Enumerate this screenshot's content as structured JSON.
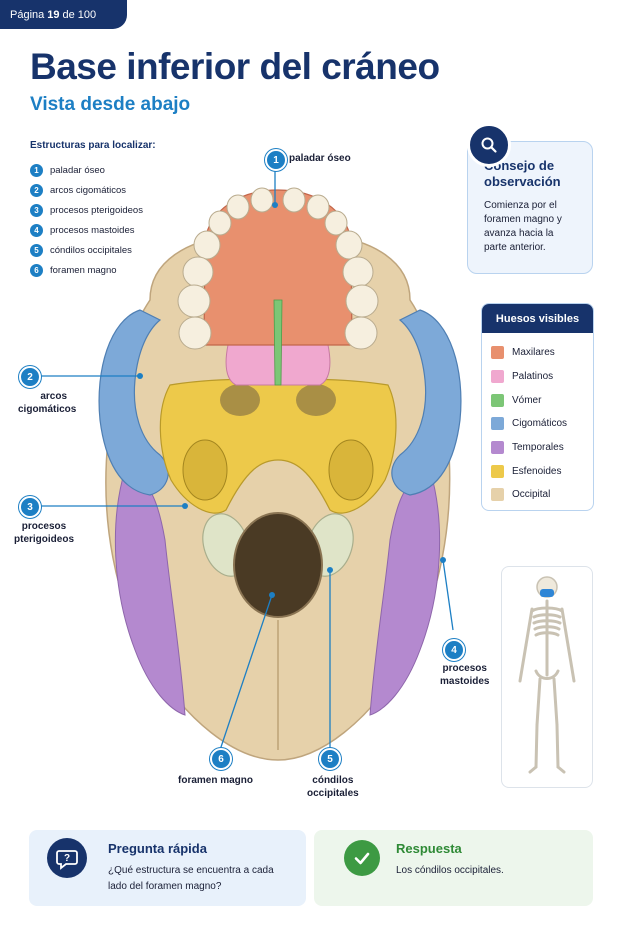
{
  "header": {
    "page_prefix": "Página",
    "page_number": "19",
    "page_suffix": "de 100",
    "title": "Base inferior del cráneo",
    "subtitle": "Vista desde abajo"
  },
  "structures": {
    "title": "Estructuras para localizar:",
    "items": [
      {
        "num": "1",
        "label": "paladar óseo"
      },
      {
        "num": "2",
        "label": "arcos cigomáticos"
      },
      {
        "num": "3",
        "label": "procesos pterigoideos"
      },
      {
        "num": "4",
        "label": "procesos mastoides"
      },
      {
        "num": "5",
        "label": "cóndilos occipitales"
      },
      {
        "num": "6",
        "label": "foramen magno"
      }
    ]
  },
  "callouts": {
    "c1": {
      "num": "1",
      "label": "paladar óseo"
    },
    "c2": {
      "num": "2",
      "line1": "arcos",
      "line2": "cigomáticos"
    },
    "c3": {
      "num": "3",
      "line1": "procesos",
      "line2": "pterigoideos"
    },
    "c4": {
      "num": "4",
      "line1": "procesos",
      "line2": "mastoides"
    },
    "c5": {
      "num": "5",
      "line1": "cóndilos",
      "line2": "occipitales"
    },
    "c6": {
      "num": "6",
      "label": "foramen magno"
    }
  },
  "tip": {
    "icon": "search-icon",
    "title": "Consejo de observación",
    "text": "Comienza por el foramen magno y avanza hacia la parte anterior."
  },
  "bones_legend": {
    "title": "Huesos visibles",
    "items": [
      {
        "label": "Maxilares",
        "color": "#e8906e"
      },
      {
        "label": "Palatinos",
        "color": "#f0a8cf"
      },
      {
        "label": "Vómer",
        "color": "#7cc676"
      },
      {
        "label": "Cigomáticos",
        "color": "#7da9d8"
      },
      {
        "label": "Temporales",
        "color": "#b489cf"
      },
      {
        "label": "Esfenoides",
        "color": "#edc94a"
      },
      {
        "label": "Occipital",
        "color": "#e6d1aa"
      }
    ]
  },
  "question": {
    "icon": "speech-bubble-question-icon",
    "title": "Pregunta rápida",
    "text": "¿Qué estructura se encuentra a cada lado del foramen magno?"
  },
  "answer": {
    "icon": "check-icon",
    "title": "Respuesta",
    "text": "Los cóndilos occipitales."
  },
  "colors": {
    "navy": "#17336b",
    "accent": "#1d7fc4",
    "answer_green": "#3d9a43"
  }
}
